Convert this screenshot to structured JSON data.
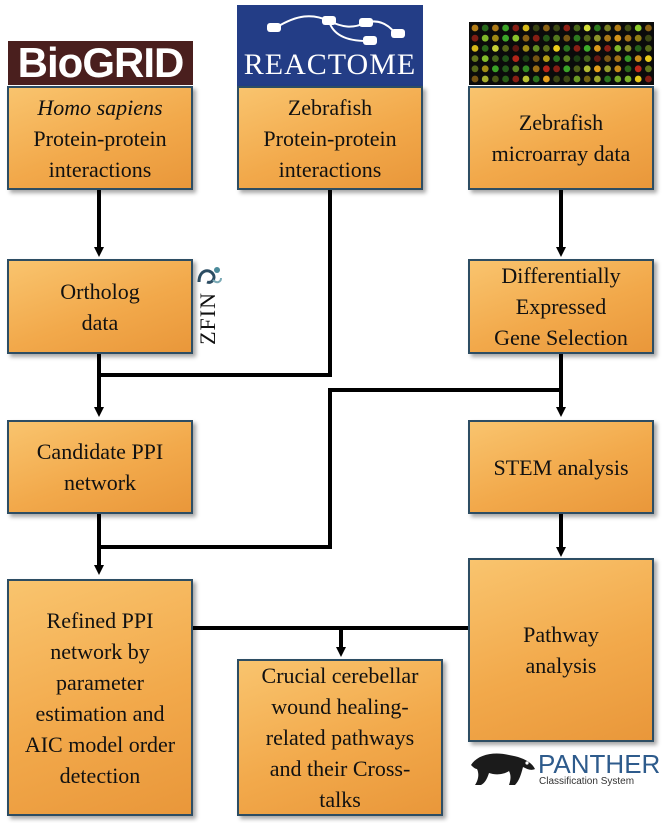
{
  "logos": {
    "biogrid": "BioGRID",
    "reactome": "REACTOME",
    "zfin": "ZFIN",
    "panther_name": "PANTHER",
    "panther_sub": "Classification System"
  },
  "boxes": {
    "homo_sapiens": {
      "line1": "Homo sapiens",
      "line2": "Protein-protein",
      "line3": "interactions"
    },
    "zebrafish_ppi": {
      "line1": "Zebrafish",
      "line2": "Protein-protein",
      "line3": "interactions"
    },
    "microarray": {
      "line1": "Zebrafish",
      "line2": "microarray data"
    },
    "ortholog": {
      "line1": "Ortholog",
      "line2": "data"
    },
    "degs": {
      "line1": "Differentially",
      "line2": "Expressed",
      "line3": "Gene Selection"
    },
    "candidate": {
      "line1": "Candidate PPI",
      "line2": "network"
    },
    "stem": {
      "line1": "STEM analysis"
    },
    "refined": {
      "line1": "Refined PPI",
      "line2": "network by",
      "line3": "parameter",
      "line4": "estimation and",
      "line5": "AIC model order",
      "line6": "detection"
    },
    "pathway": {
      "line1": "Pathway",
      "line2": "analysis"
    },
    "crucial": {
      "line1": "Crucial cerebellar",
      "line2": "wound healing-",
      "line3": "related pathways",
      "line4": "and their Cross-",
      "line5": "talks"
    }
  }
}
